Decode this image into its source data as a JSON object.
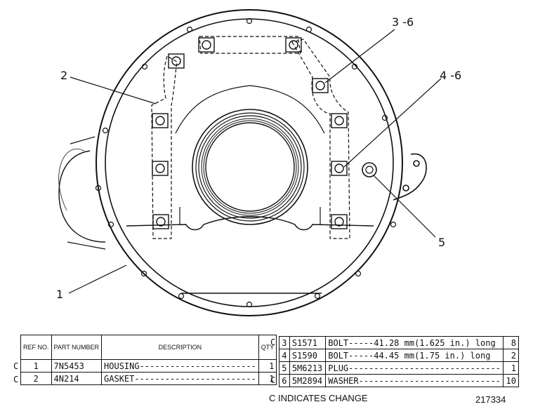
{
  "callouts": {
    "c1": "1",
    "c2": "2",
    "c3_6": "3 -6",
    "c4_6": "4 -6",
    "c5": "5"
  },
  "left_table": {
    "header_ref": "REF NO.",
    "header_part": "PART NUMBER",
    "header_desc": "DESCRIPTION",
    "header_qty": "QTY",
    "rows": [
      {
        "chg": "C",
        "ref": "1",
        "part": "7N5453",
        "desc": "HOUSING-----------------------",
        "qty": "1"
      },
      {
        "chg": "C",
        "ref": "2",
        "part": "4N214",
        "desc": "GASKET------------------------",
        "qty": "1"
      }
    ]
  },
  "right_table": {
    "rows": [
      {
        "chg": "C",
        "ref": "3",
        "part": "S1571",
        "desc": "BOLT-----41.28 mm(1.625 in.) long",
        "qty": "8"
      },
      {
        "chg": "",
        "ref": "4",
        "part": "S1590",
        "desc": "BOLT-----44.45 mm(1.75 in.) long",
        "qty": "2"
      },
      {
        "chg": "",
        "ref": "5",
        "part": "5M6213",
        "desc": "PLUG------------------------------",
        "qty": "1"
      },
      {
        "chg": "C",
        "ref": "6",
        "part": "5M2894",
        "desc": "WASHER----------------------------",
        "qty": "10"
      }
    ]
  },
  "footer": {
    "change_note": "C INDICATES CHANGE",
    "drawing_number": "217334"
  }
}
